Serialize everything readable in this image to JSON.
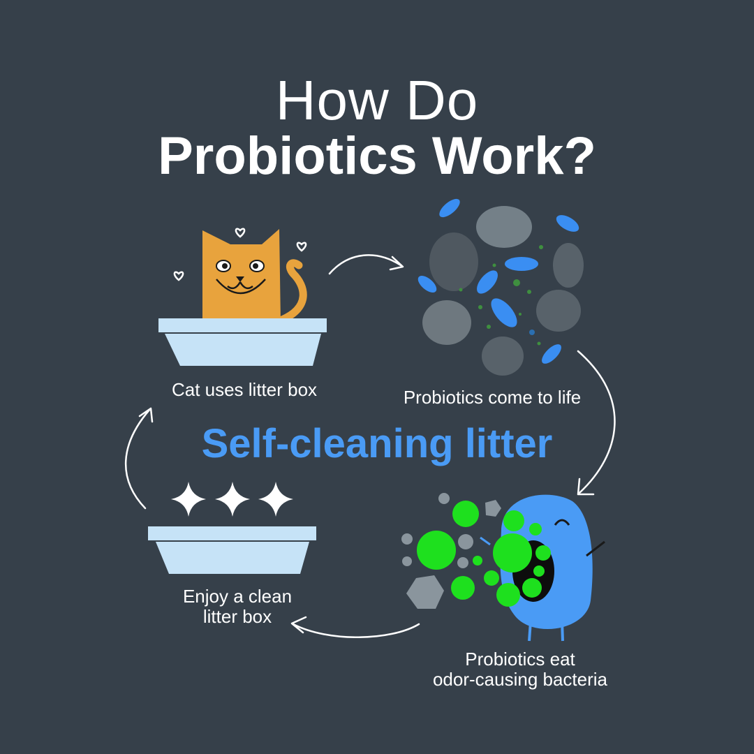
{
  "title": {
    "line1": "How Do",
    "line2": "Probiotics Work?"
  },
  "center_label": "Self-cleaning litter",
  "steps": [
    {
      "caption": "Cat uses litter box"
    },
    {
      "caption": "Probiotics come to life"
    },
    {
      "caption_line1": "Probiotics eat",
      "caption_line2": "odor-causing bacteria"
    },
    {
      "caption_line1": "Enjoy a clean",
      "caption_line2": "litter box"
    }
  ],
  "colors": {
    "background": "#36404a",
    "accent_blue": "#4a9bf5",
    "cat_orange": "#e8a33d",
    "litter_box": "#c6e3f7",
    "bacteria_green": "#1ee01e",
    "granule_gray": "#8a959d"
  }
}
